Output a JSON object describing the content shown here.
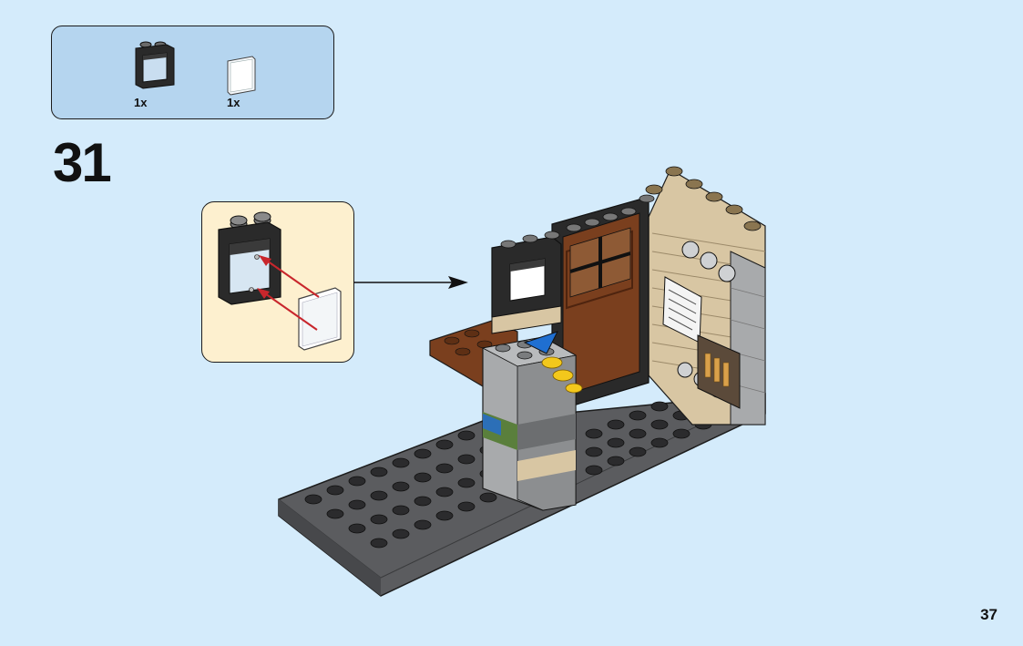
{
  "parts_list": {
    "items": [
      {
        "icon": "window-frame-icon",
        "quantity": "1x"
      },
      {
        "icon": "window-glass-icon",
        "quantity": "1x"
      }
    ]
  },
  "step": {
    "number": "31"
  },
  "page": {
    "number": "37"
  },
  "colors": {
    "background": "#d4ebfb",
    "parts_box": "#b5d5ef",
    "callout": "#fdf0cf",
    "insert_arrow": "#c8262c",
    "baseplate": "#5a5b5e",
    "reddish_brown": "#7a3f1e",
    "tan": "#d8c6a3",
    "light_gray": "#a8aaac"
  }
}
